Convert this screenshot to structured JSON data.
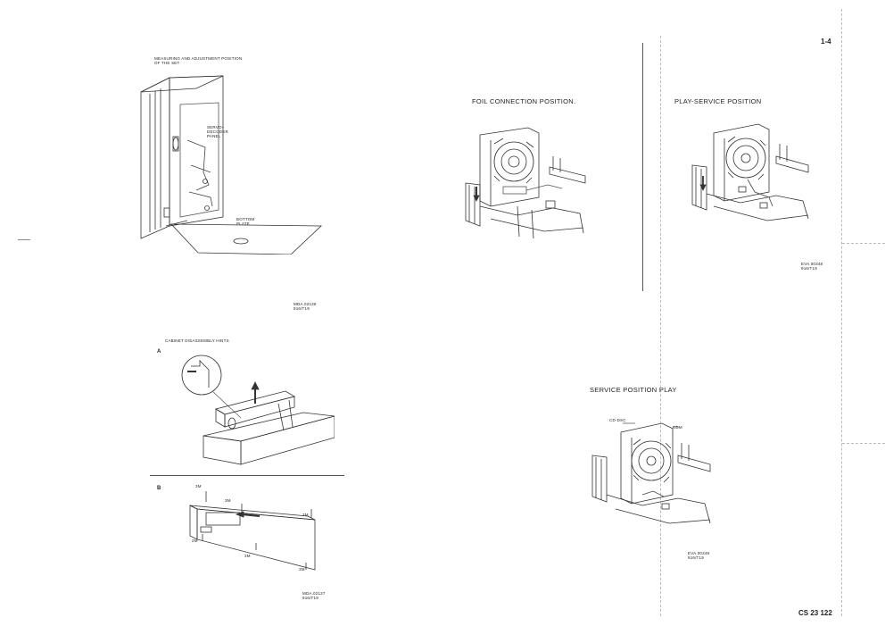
{
  "page": {
    "number": "1-4",
    "doc_code": "CS 23 122"
  },
  "measuring": {
    "title_line1": "MEASURING  AND  ADJUSTMENT  POSITION",
    "title_line2": "OF  THE  SET",
    "label_servo_1": "SERVO+",
    "label_servo_2": "DECODER",
    "label_servo_3": "PANEL",
    "label_bottom_1": "BOTTOM",
    "label_bottom_2": "PLATE",
    "ref_1": "MDA.02136",
    "ref_2": "916/T19"
  },
  "cabinet": {
    "title": "CABINET  DISASSEMBLY  HINTS",
    "label_a": "A",
    "label_b": "B",
    "screw_labels": [
      "3M",
      "3M",
      "3M",
      "2M",
      "3M",
      "3M"
    ],
    "ref_1": "MDA.02137",
    "ref_2": "916/T19"
  },
  "foil": {
    "title": "FOIL  CONNECTION  POSITION."
  },
  "play_service": {
    "title": "PLAY-SERVICE  POSITION",
    "ref_1": "EVA.00348",
    "ref_2": "916/T19"
  },
  "service_play": {
    "title": "SERVICE  POSITION  PLAY",
    "label_cddsc": "CD-DSC",
    "label_cdm": "CDM",
    "ref_1": "EVA.00349",
    "ref_2": "916/T19"
  }
}
